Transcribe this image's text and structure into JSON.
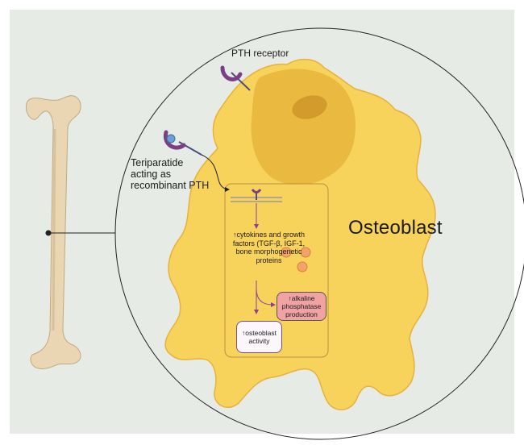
{
  "labels": {
    "pth_receptor": "PTH receptor",
    "teriparatide": "Teriparatide acting as recombinant PTH",
    "osteoblast": "Osteoblast",
    "cytokines": "↑cytokines and growth factors (TGF-β, IGF-1, bone morphogenetic proteins",
    "alkaline": "↑alkaline phosphatase production",
    "osteoblast_activity": "↑osteoblast activity"
  },
  "colors": {
    "background": "#e7ebe6",
    "cell_body": "#f7d35c",
    "nucleus": "#e9b83e",
    "nucleolus": "#d39a2c",
    "bone": "#ead6b2",
    "receptor": "#7b3f86",
    "drug_ball": "#6aa0d6",
    "growth_factor": "#f3a36a",
    "alkaline_box": "#f1a3a4",
    "activity_box": "#fbf7fb"
  }
}
